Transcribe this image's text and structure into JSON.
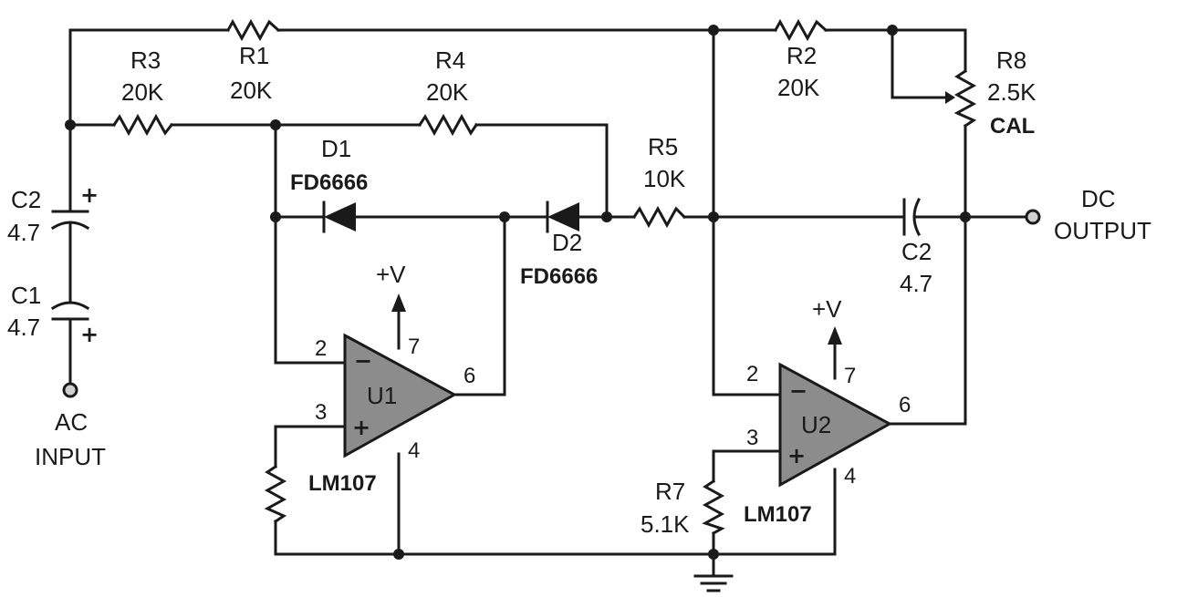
{
  "components": {
    "R1": {
      "ref": "R1",
      "value": "20K"
    },
    "R2": {
      "ref": "R2",
      "value": "20K"
    },
    "R3": {
      "ref": "R3",
      "value": "20K"
    },
    "R4": {
      "ref": "R4",
      "value": "20K"
    },
    "R5": {
      "ref": "R5",
      "value": "10K"
    },
    "R7": {
      "ref": "R7",
      "value": "5.1K"
    },
    "R8": {
      "ref": "R8",
      "value": "2.5K",
      "note": "CAL"
    },
    "C2_in": {
      "ref": "C2",
      "value": "4.7",
      "polarity": "+"
    },
    "C1": {
      "ref": "C1",
      "value": "4.7",
      "polarity": "+"
    },
    "C2_out": {
      "ref": "C2",
      "value": "4.7"
    },
    "D1": {
      "ref": "D1",
      "part": "FD6666"
    },
    "D2": {
      "ref": "D2",
      "part": "FD6666"
    },
    "U1": {
      "ref": "U1",
      "part": "LM107",
      "pin_inv": "2",
      "pin_noninv": "3",
      "pin_out": "6",
      "pin_vplus": "7",
      "pin_vminus": "4",
      "minus": "−",
      "plus": "+",
      "supply": "+V"
    },
    "U2": {
      "ref": "U2",
      "part": "LM107",
      "pin_inv": "2",
      "pin_noninv": "3",
      "pin_out": "6",
      "pin_vplus": "7",
      "pin_vminus": "4",
      "minus": "−",
      "plus": "+",
      "supply": "+V"
    }
  },
  "terminals": {
    "input": {
      "line1": "AC",
      "line2": "INPUT"
    },
    "output": {
      "line1": "DC",
      "line2": "OUTPUT"
    }
  },
  "colors": {
    "ink": "#1a1a1a",
    "opamp_fill": "#8c8c8c",
    "background": "#ffffff"
  }
}
